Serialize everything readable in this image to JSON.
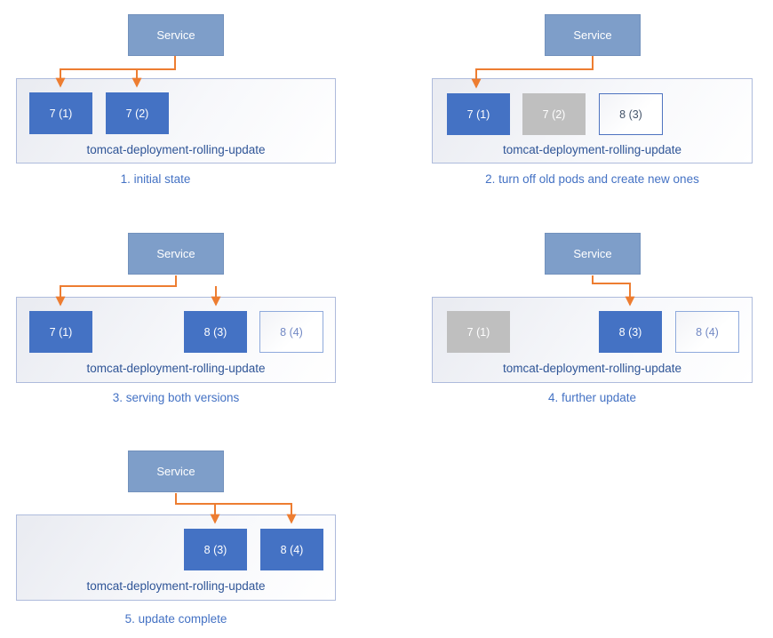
{
  "diagram": {
    "subject": "kubernetes-rolling-update-steps",
    "service_label": "Service",
    "deployment_label": "tomcat-deployment-rolling-update"
  },
  "colors": {
    "pod_active_fill": "#4472C4",
    "pod_stopped_fill": "#BFBFBF",
    "pod_new_border": "#4E73C0",
    "pod_new_border_light": "#8FAADC",
    "service_fill": "#7E9EC9",
    "arrow": "#ED7D31",
    "container_border": "#AEBBDC",
    "deployment_label_text": "#2F5597",
    "caption_text": "#4472C4"
  },
  "panels": [
    {
      "service_label": "Service",
      "deployment_label": "tomcat-deployment-rolling-update",
      "caption": "1. initial state",
      "service_routes_to": [
        "7 (1)",
        "7 (2)"
      ],
      "pods": [
        {
          "label": "7 (1)",
          "state": "active"
        },
        {
          "label": "7 (2)",
          "state": "active"
        }
      ]
    },
    {
      "service_label": "Service",
      "deployment_label": "tomcat-deployment-rolling-update",
      "caption": "2. turn off old pods and create new ones",
      "service_routes_to": [
        "7 (1)"
      ],
      "pods": [
        {
          "label": "7 (1)",
          "state": "active"
        },
        {
          "label": "7 (2)",
          "state": "stopped"
        },
        {
          "label": "8 (3)",
          "state": "new"
        }
      ]
    },
    {
      "service_label": "Service",
      "deployment_label": "tomcat-deployment-rolling-update",
      "caption": "3. serving both versions",
      "service_routes_to": [
        "7 (1)",
        "8 (3)"
      ],
      "pods": [
        {
          "label": "7 (1)",
          "state": "active"
        },
        {
          "label": "8 (3)",
          "state": "active"
        },
        {
          "label": "8 (4)",
          "state": "new"
        }
      ]
    },
    {
      "service_label": "Service",
      "deployment_label": "tomcat-deployment-rolling-update",
      "caption": "4. further update",
      "service_routes_to": [
        "8 (3)"
      ],
      "pods": [
        {
          "label": "7 (1)",
          "state": "stopped"
        },
        {
          "label": "8 (3)",
          "state": "active"
        },
        {
          "label": "8 (4)",
          "state": "new"
        }
      ]
    },
    {
      "service_label": "Service",
      "deployment_label": "tomcat-deployment-rolling-update",
      "caption": "5. update complete",
      "service_routes_to": [
        "8 (3)",
        "8 (4)"
      ],
      "pods": [
        {
          "label": "8 (3)",
          "state": "active"
        },
        {
          "label": "8 (4)",
          "state": "active"
        }
      ]
    }
  ]
}
